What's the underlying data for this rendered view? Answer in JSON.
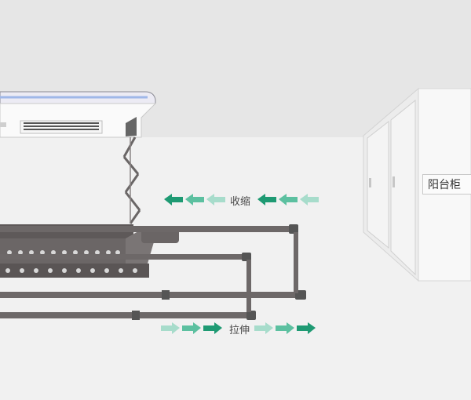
{
  "labels": {
    "retract": "收缩",
    "extend": "拉伸",
    "cabinet": "阳台柜"
  },
  "colors": {
    "arrow_dark": "#1e9a73",
    "arrow_mid": "#5cc0a0",
    "arrow_light": "#a7dccb",
    "rack": "#615c5c",
    "cabinet": "#f7f7f7"
  },
  "icons": {
    "retract_arrows": "arrow-left",
    "extend_arrows": "arrow-right"
  }
}
